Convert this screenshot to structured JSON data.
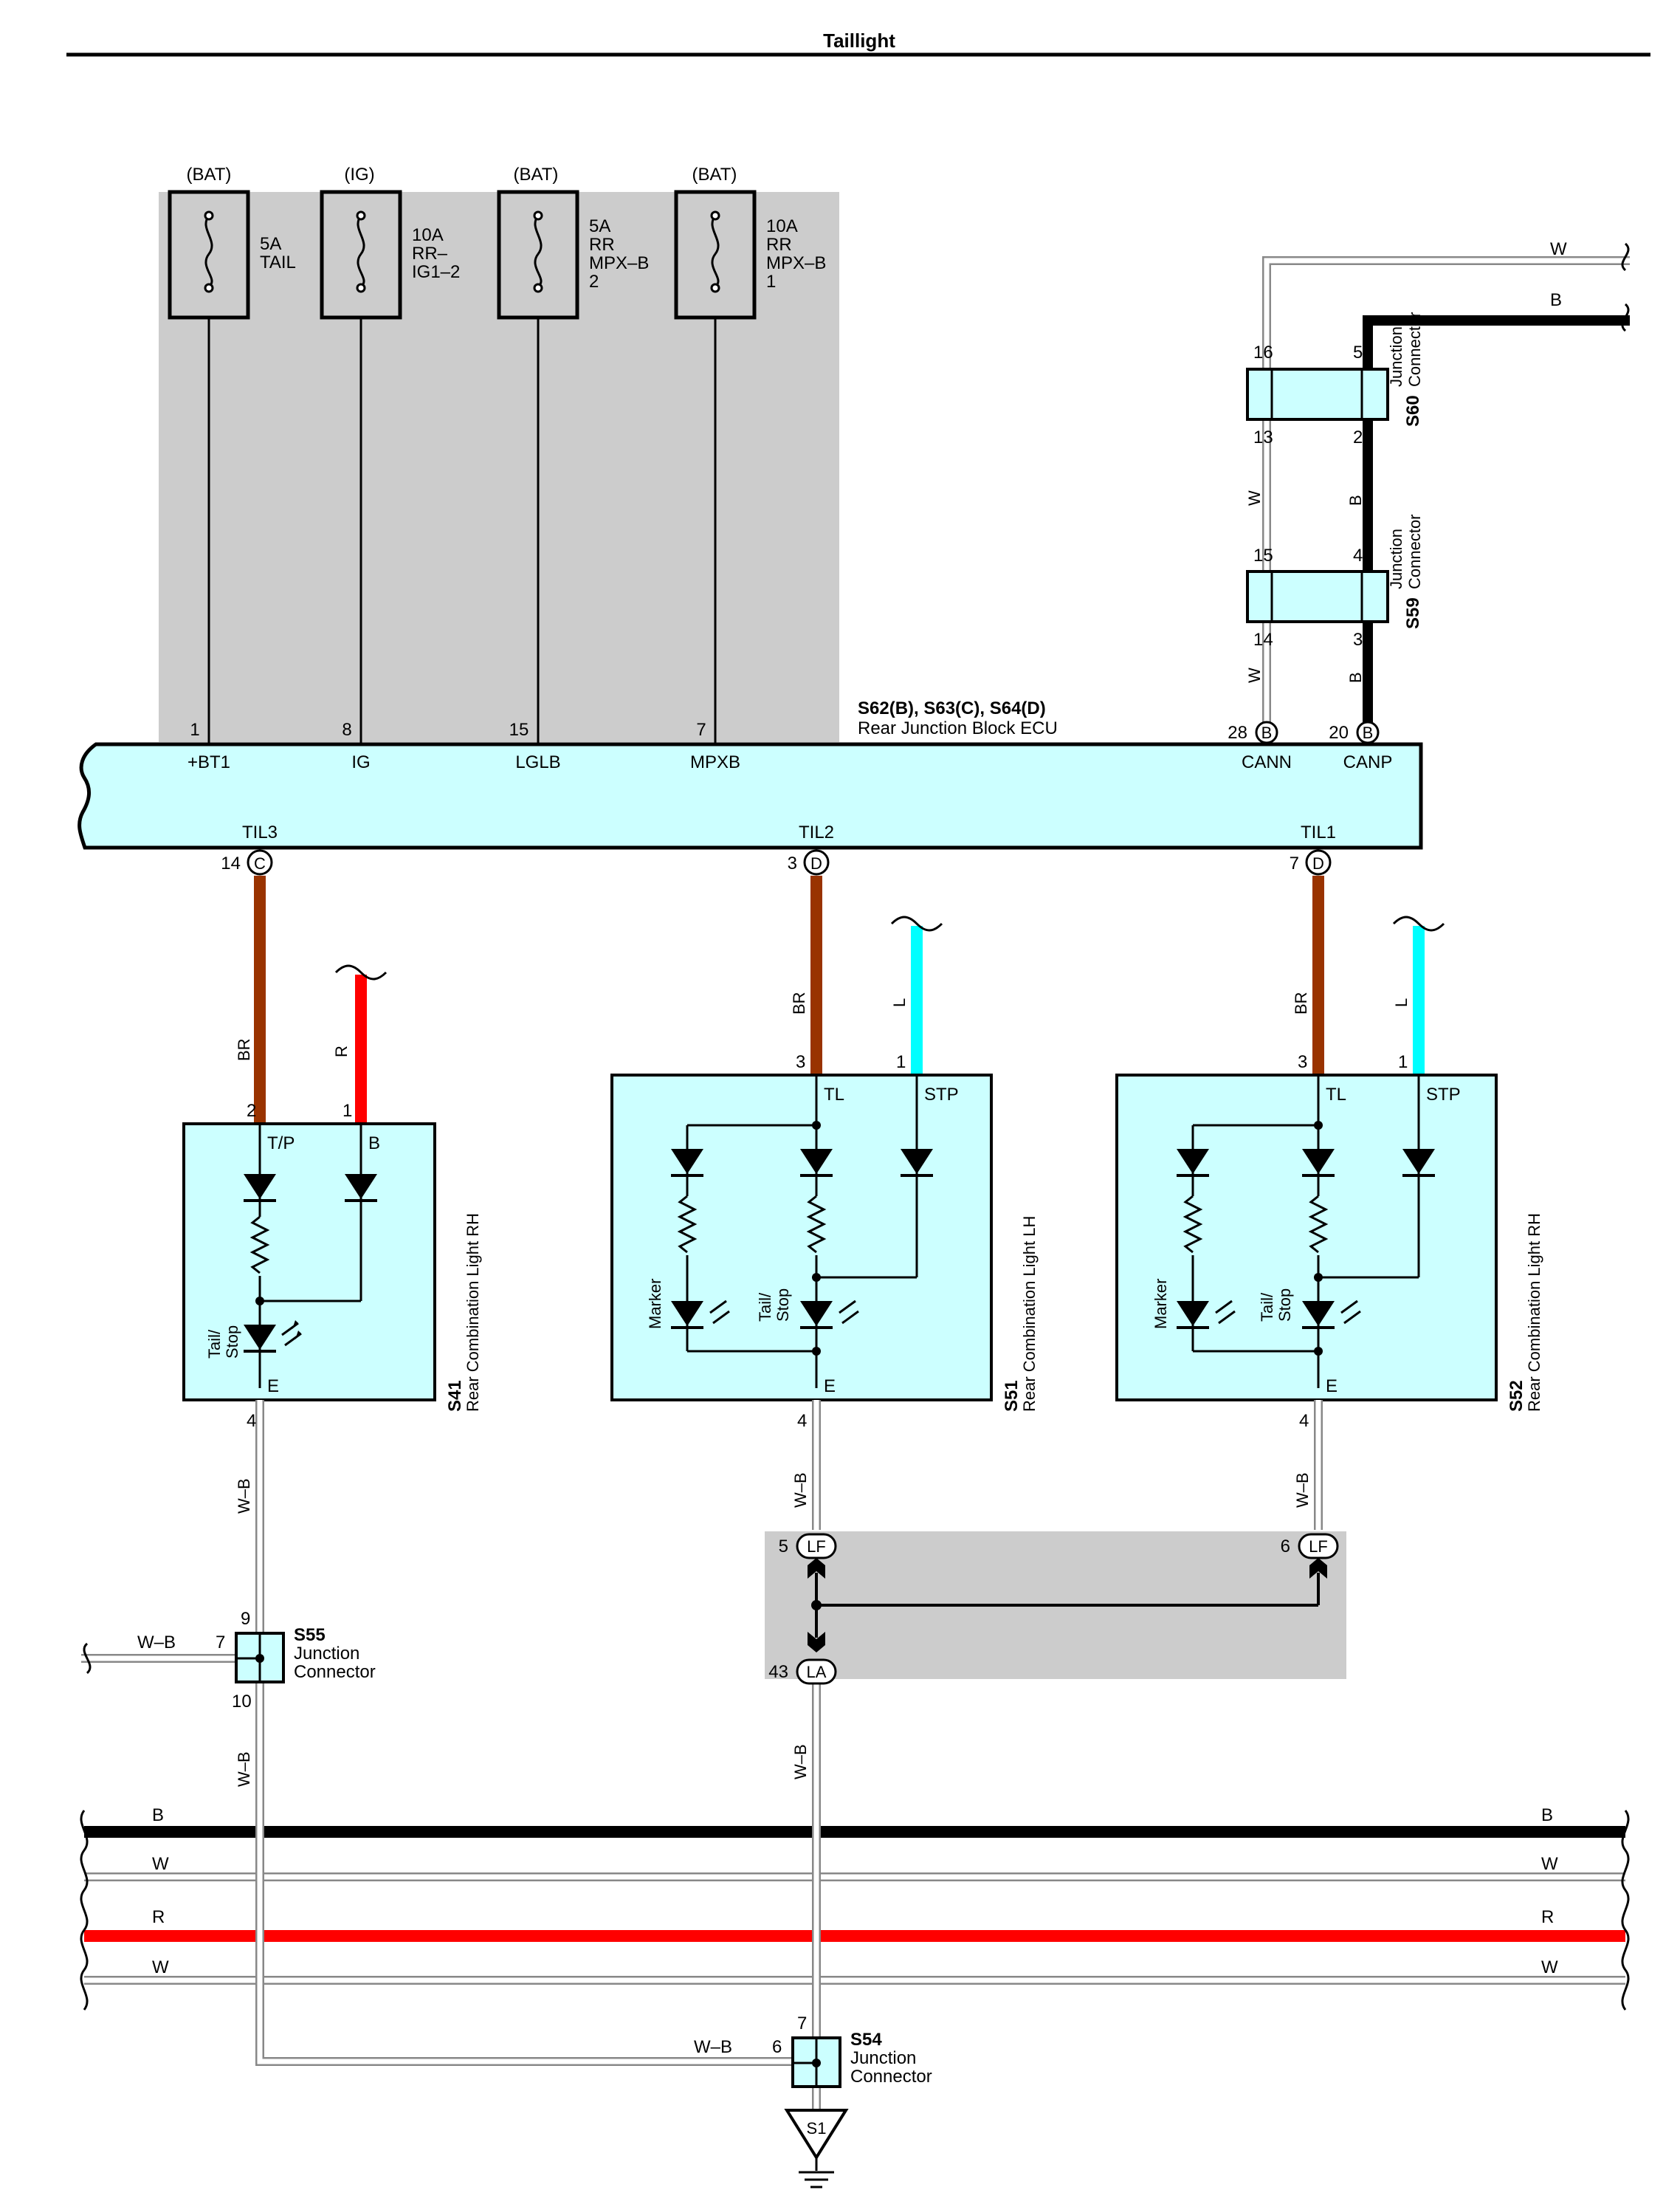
{
  "title": "Taillight",
  "fuses": [
    {
      "source": "(BAT)",
      "lines": [
        "5A",
        "TAIL"
      ]
    },
    {
      "source": "(IG)",
      "lines": [
        "10A",
        "RR–",
        "IG1–2"
      ]
    },
    {
      "source": "(BAT)",
      "lines": [
        "5A",
        "RR",
        "MPX–B",
        "2"
      ]
    },
    {
      "source": "(BAT)",
      "lines": [
        "10A",
        "RR",
        "MPX–B",
        "1"
      ]
    }
  ],
  "ecu": {
    "name": "S62(B), S63(C), S64(D)",
    "desc": "Rear Junction Block ECU",
    "top_pins": [
      {
        "num": "1",
        "label": "+BT1"
      },
      {
        "num": "8",
        "label": "IG"
      },
      {
        "num": "15",
        "label": "LGLB"
      },
      {
        "num": "7",
        "label": "MPXB"
      },
      {
        "num": "28",
        "label": "CANN",
        "conn": "B"
      },
      {
        "num": "20",
        "label": "CANP",
        "conn": "B"
      }
    ],
    "bottom_pins": [
      {
        "label": "TIL3",
        "num": "14",
        "conn": "C"
      },
      {
        "label": "TIL2",
        "num": "3",
        "conn": "D"
      },
      {
        "label": "TIL1",
        "num": "7",
        "conn": "D"
      }
    ]
  },
  "junction_s60": {
    "code": "S60",
    "name": [
      "Junction",
      "Connector"
    ],
    "pins": [
      "16",
      "5",
      "13",
      "2"
    ]
  },
  "junction_s59": {
    "code": "S59",
    "name": [
      "Junction",
      "Connector"
    ],
    "pins": [
      "15",
      "4",
      "14",
      "3"
    ]
  },
  "can_wires": {
    "w": "W",
    "b": "B"
  },
  "lamps": [
    {
      "code": "S41",
      "name": "Rear Combination Light RH",
      "pins": {
        "tp": "T/P",
        "b": "B",
        "e": "E"
      },
      "pin_nums": [
        "2",
        "1",
        "4"
      ],
      "wire_in": "BR",
      "wire_b": "R",
      "label_led": [
        "Tail/",
        "Stop"
      ]
    },
    {
      "code": "S51",
      "name": "Rear Combination Light LH",
      "pins": {
        "tl": "TL",
        "stp": "STP",
        "e": "E"
      },
      "pin_nums": [
        "3",
        "1",
        "4"
      ],
      "wire_in": "BR",
      "wire_b": "L",
      "labels": [
        "Marker",
        "Tail/",
        "Stop"
      ]
    },
    {
      "code": "S52",
      "name": "Rear Combination Light RH",
      "pins": {
        "tl": "TL",
        "stp": "STP",
        "e": "E"
      },
      "pin_nums": [
        "3",
        "1",
        "4"
      ],
      "wire_in": "BR",
      "wire_b": "L",
      "labels": [
        "Marker",
        "Tail/",
        "Stop"
      ]
    }
  ],
  "ground_wire": "W–B",
  "lf_conn": {
    "label": "LF",
    "pins": [
      "5",
      "6"
    ]
  },
  "la_conn": {
    "label": "LA",
    "pin": "43"
  },
  "s55": {
    "code": "S55",
    "name": [
      "Junction",
      "Connector"
    ],
    "pins": [
      "9",
      "7",
      "10"
    ],
    "wire": "W–B"
  },
  "s54": {
    "code": "S54",
    "name": [
      "Junction",
      "Connector"
    ],
    "pins": [
      "7",
      "6"
    ],
    "wire": "W–B"
  },
  "ground": "S1",
  "bus": [
    {
      "label": "B",
      "color": "#000000"
    },
    {
      "label": "W",
      "color": "#ffffff"
    },
    {
      "label": "R",
      "color": "#ff0000"
    },
    {
      "label": "W",
      "color": "#ffffff"
    }
  ],
  "colors": {
    "box": "#ccffff",
    "grey": "#cccccc",
    "br": "#993300",
    "red": "#ff0000",
    "blue": "#00ffff"
  }
}
